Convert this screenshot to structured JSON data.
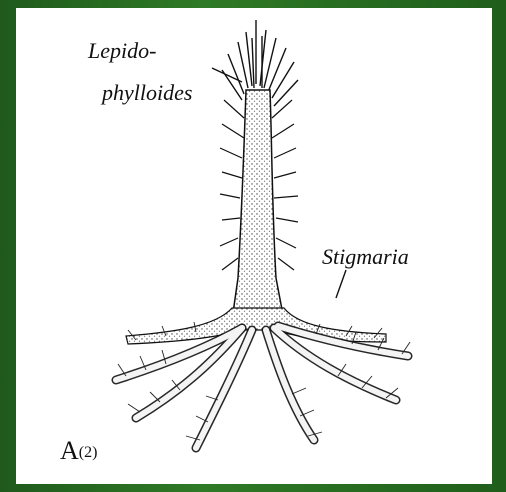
{
  "labels": {
    "lepidophylloides_line1": "Lepido-",
    "lepidophylloides_line2": "phylloides",
    "stigmaria": "Stigmaria"
  },
  "figure_id": {
    "letter": "A",
    "number": "(2)"
  }
}
